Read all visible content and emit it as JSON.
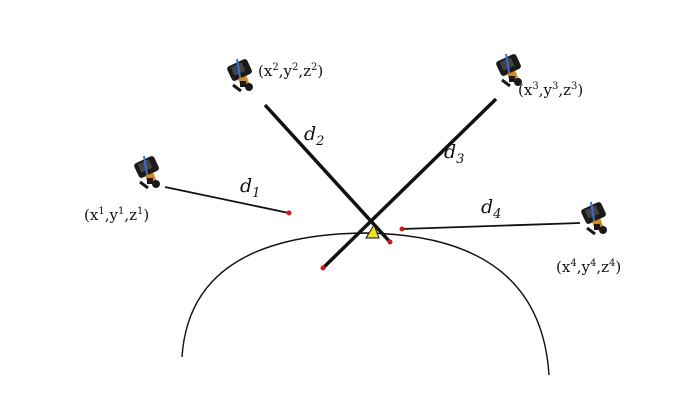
{
  "satellites": [
    {
      "id": "sat-1",
      "coord": {
        "x": "x",
        "y": "y",
        "z": "z",
        "sup": "1"
      }
    },
    {
      "id": "sat-2",
      "coord": {
        "x": "x",
        "y": "y",
        "z": "z",
        "sup": "2"
      }
    },
    {
      "id": "sat-3",
      "coord": {
        "x": "x",
        "y": "y",
        "z": "z",
        "sup": "3"
      }
    },
    {
      "id": "sat-4",
      "coord": {
        "x": "x",
        "y": "y",
        "z": "z",
        "sup": "4"
      }
    }
  ],
  "distances": [
    {
      "base": "d",
      "sub": "1"
    },
    {
      "base": "d",
      "sub": "2"
    },
    {
      "base": "d",
      "sub": "3"
    },
    {
      "base": "d",
      "sub": "4"
    }
  ],
  "colors": {
    "line": "#000000",
    "endpoint": "#d01818",
    "receiver": "#f0e020",
    "satellite_body": "#1a1a1a",
    "satellite_panel": "#3a6fd0",
    "satellite_accent": "#d08a20"
  },
  "icons": [
    "satellite-icon"
  ]
}
